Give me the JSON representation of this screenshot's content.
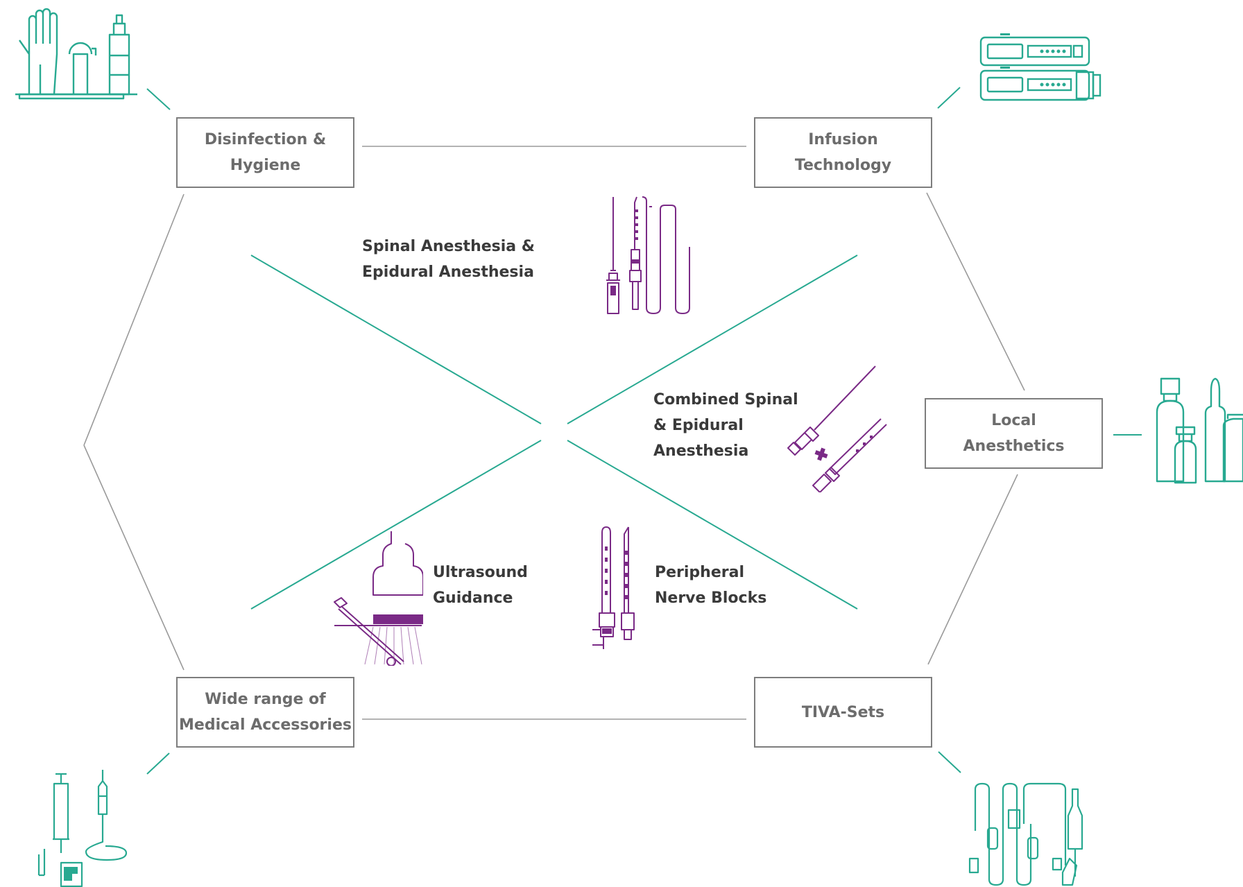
{
  "colors": {
    "teal": "#28a991",
    "purple": "#7a2a86",
    "gray_line": "#9a9a9a",
    "box_border": "#7d7d7d",
    "box_text": "#6c6c6c",
    "center_text": "#3a3a3a"
  },
  "boxes": {
    "disinfection": "Disinfection &\nHygiene",
    "infusion": "Infusion\nTechnology",
    "local": "Local\nAnesthetics",
    "tiva": "TIVA-Sets",
    "accessories": "Wide range of\nMedical Accessories"
  },
  "center": {
    "spinal": "Spinal Anesthesia &\nEpidural Anesthesia",
    "combined": "Combined Spinal\n& Epidural\nAnesthesia",
    "ultrasound": "Ultrasound\nGuidance",
    "peripheral": "Peripheral\nNerve Blocks"
  },
  "icons": [
    "gloves-tray-spray-icon",
    "infusion-pumps-icon",
    "vials-ampoule-icon",
    "tiva-tubing-sets-icon",
    "syringe-drip-chamber-icon",
    "spinal-needle-catheter-icon",
    "combined-needles-icon",
    "ultrasound-probe-icon",
    "nerve-block-needles-icon"
  ]
}
